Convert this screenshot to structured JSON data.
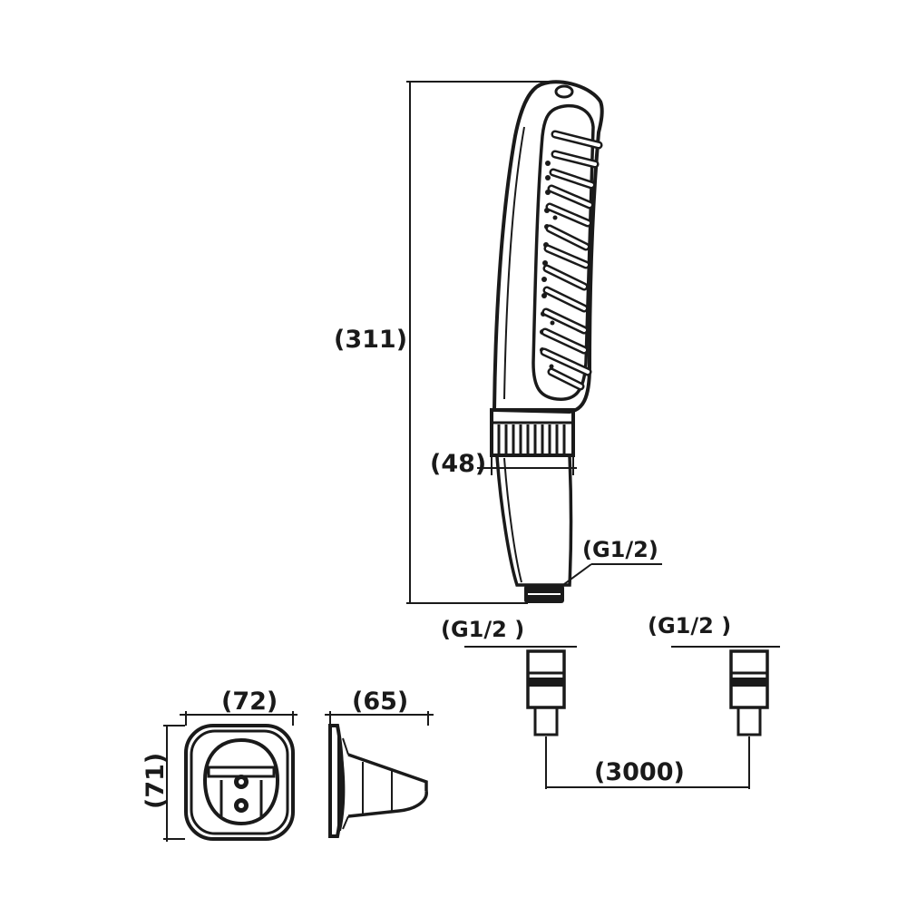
{
  "dimensions": {
    "total_length": "(311)",
    "handle_diameter": "(48)",
    "handle_thread": "(G1/2)",
    "hose_thread_left": "(G1/2 )",
    "hose_thread_right": "(G1/2 )",
    "hose_length": "(3000)",
    "holder_width": "(72)",
    "holder_height": "(71)",
    "holder_depth": "(65)"
  },
  "colors": {
    "line": "#1a1a1a",
    "background": "#ffffff"
  }
}
